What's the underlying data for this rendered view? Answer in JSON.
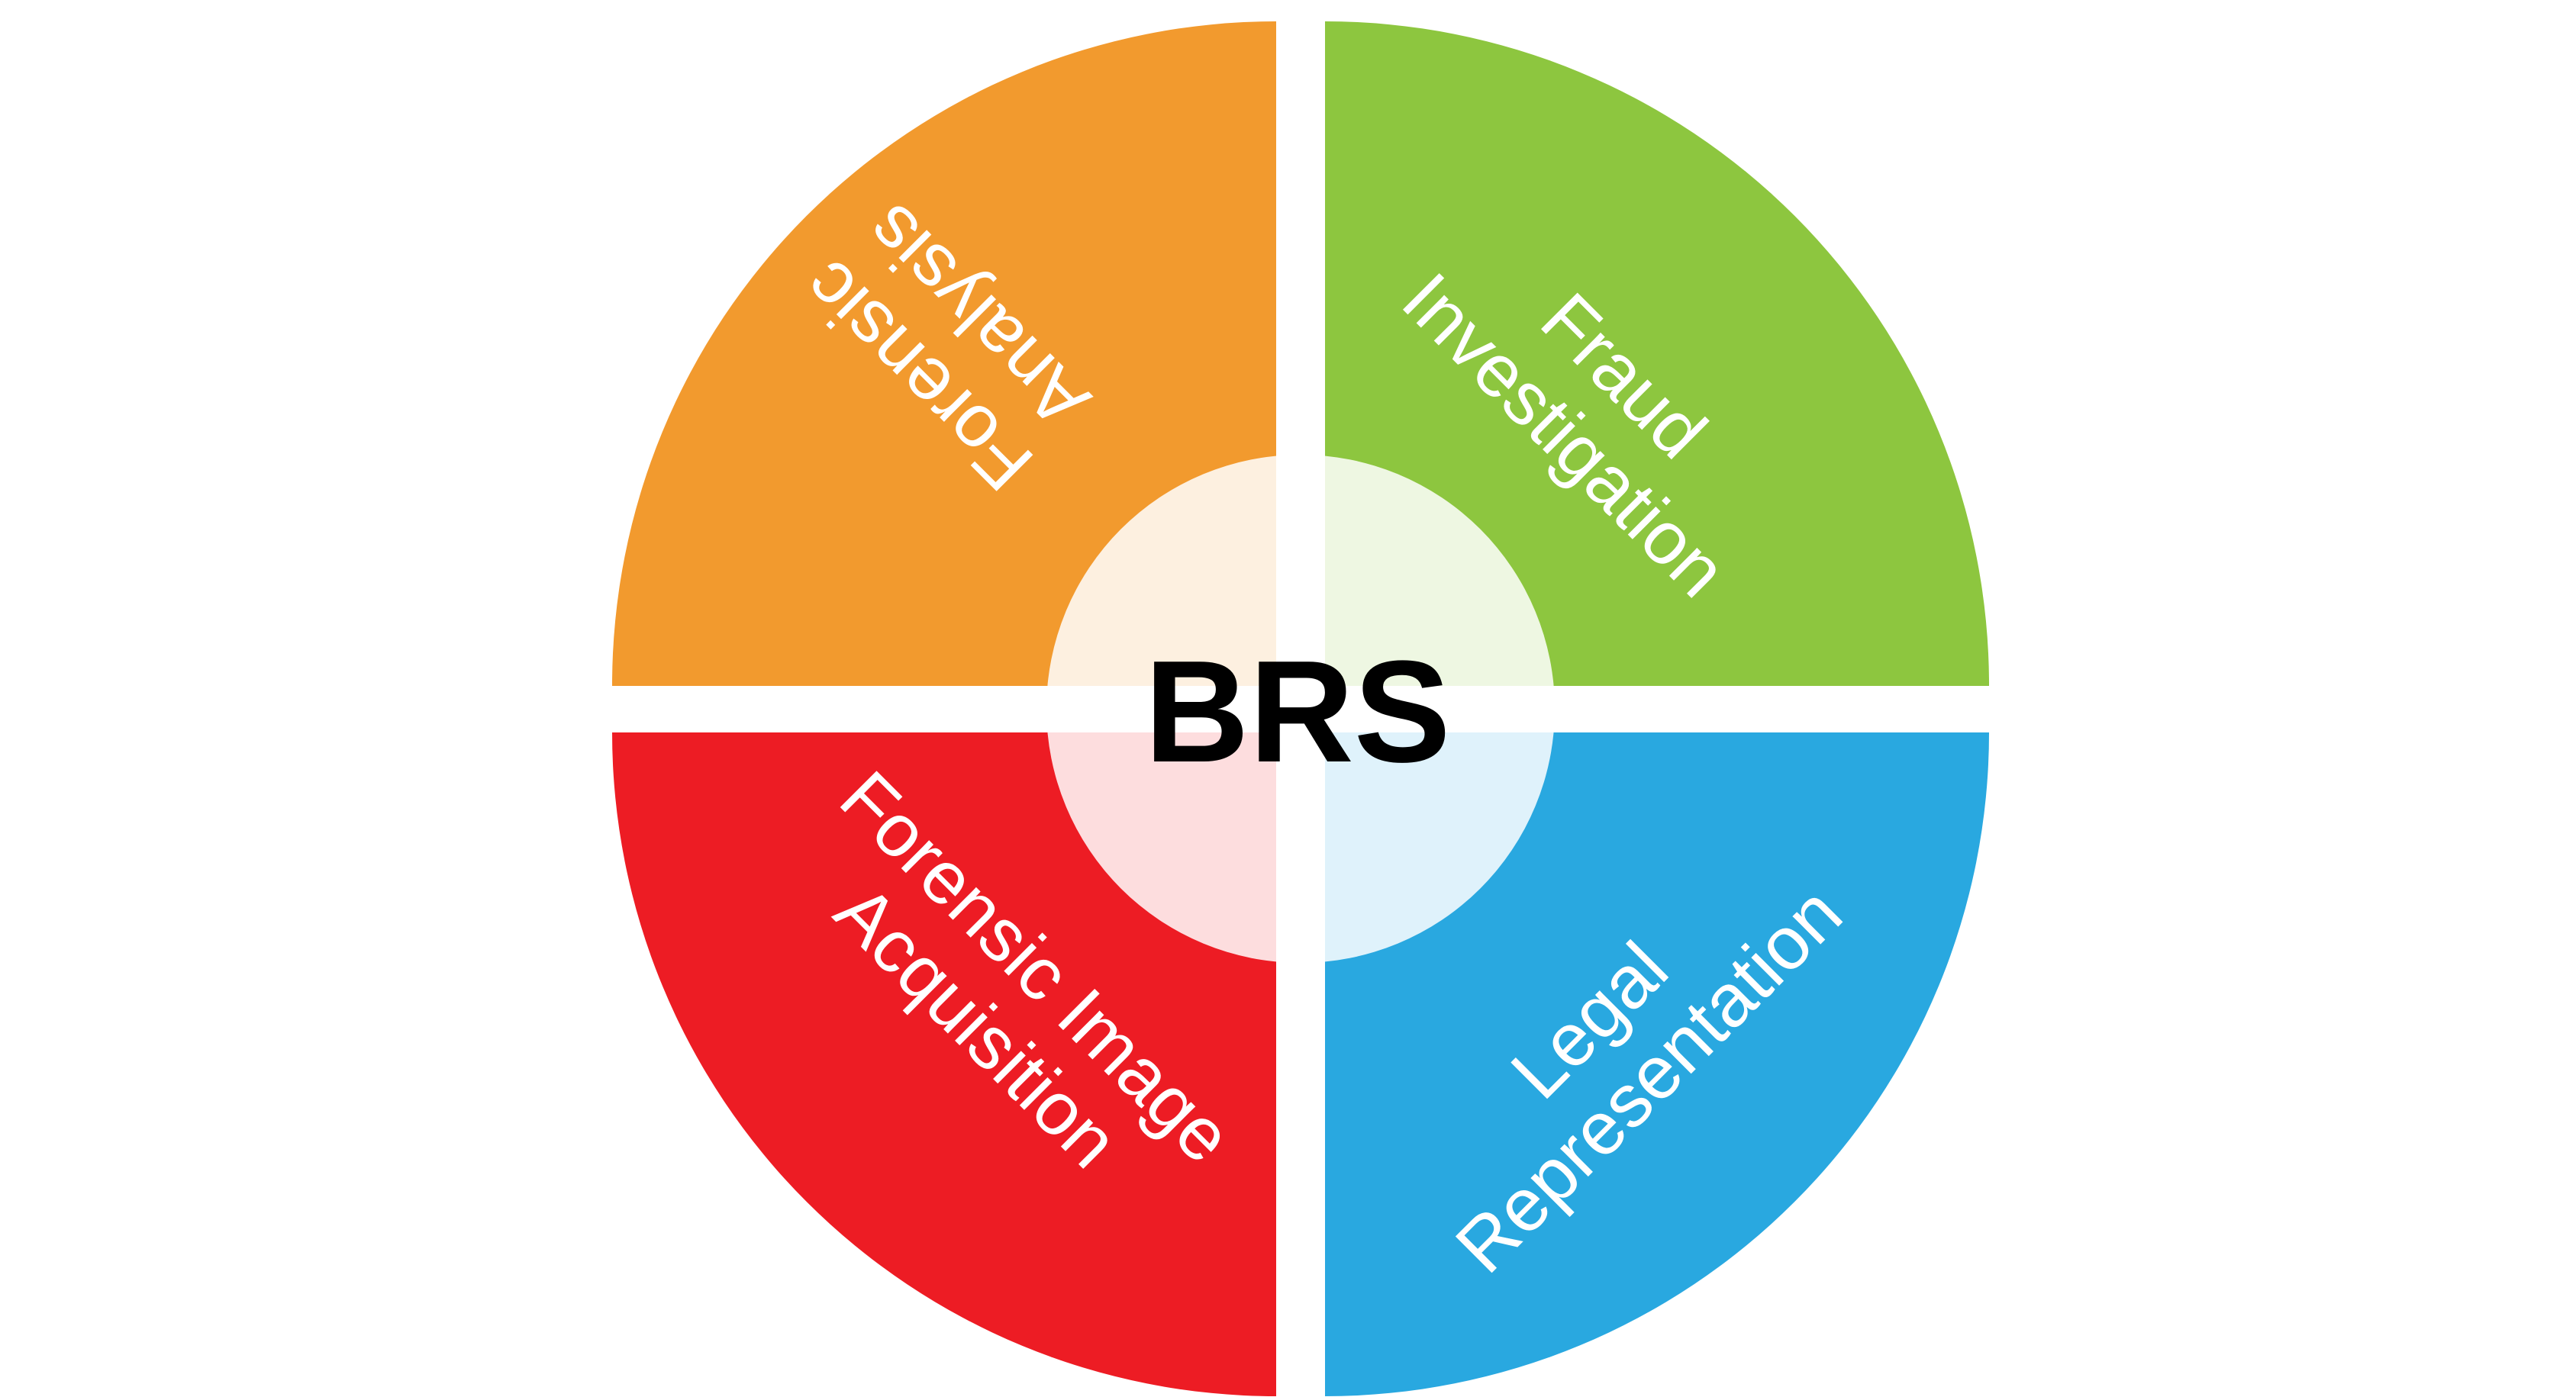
{
  "center": {
    "label": "BRS"
  },
  "quadrants": [
    {
      "id": "top-left",
      "lines": [
        "Forensic",
        "Analysis"
      ],
      "color": "#F29A2E"
    },
    {
      "id": "top-right",
      "lines": [
        "Fraud",
        "Investigation"
      ],
      "color": "#8DC63F"
    },
    {
      "id": "bottom-left",
      "lines": [
        "Forensic Image",
        "Acquisition"
      ],
      "color": "#ED1C24"
    },
    {
      "id": "bottom-right",
      "lines": [
        "Legal",
        "Representation"
      ],
      "color": "#29A8E0"
    }
  ],
  "colors": {
    "background": "#FFFFFF",
    "center_overlay": "#FFFFFF",
    "center_text": "#000000",
    "quadrant_text": "#FFFFFF"
  }
}
